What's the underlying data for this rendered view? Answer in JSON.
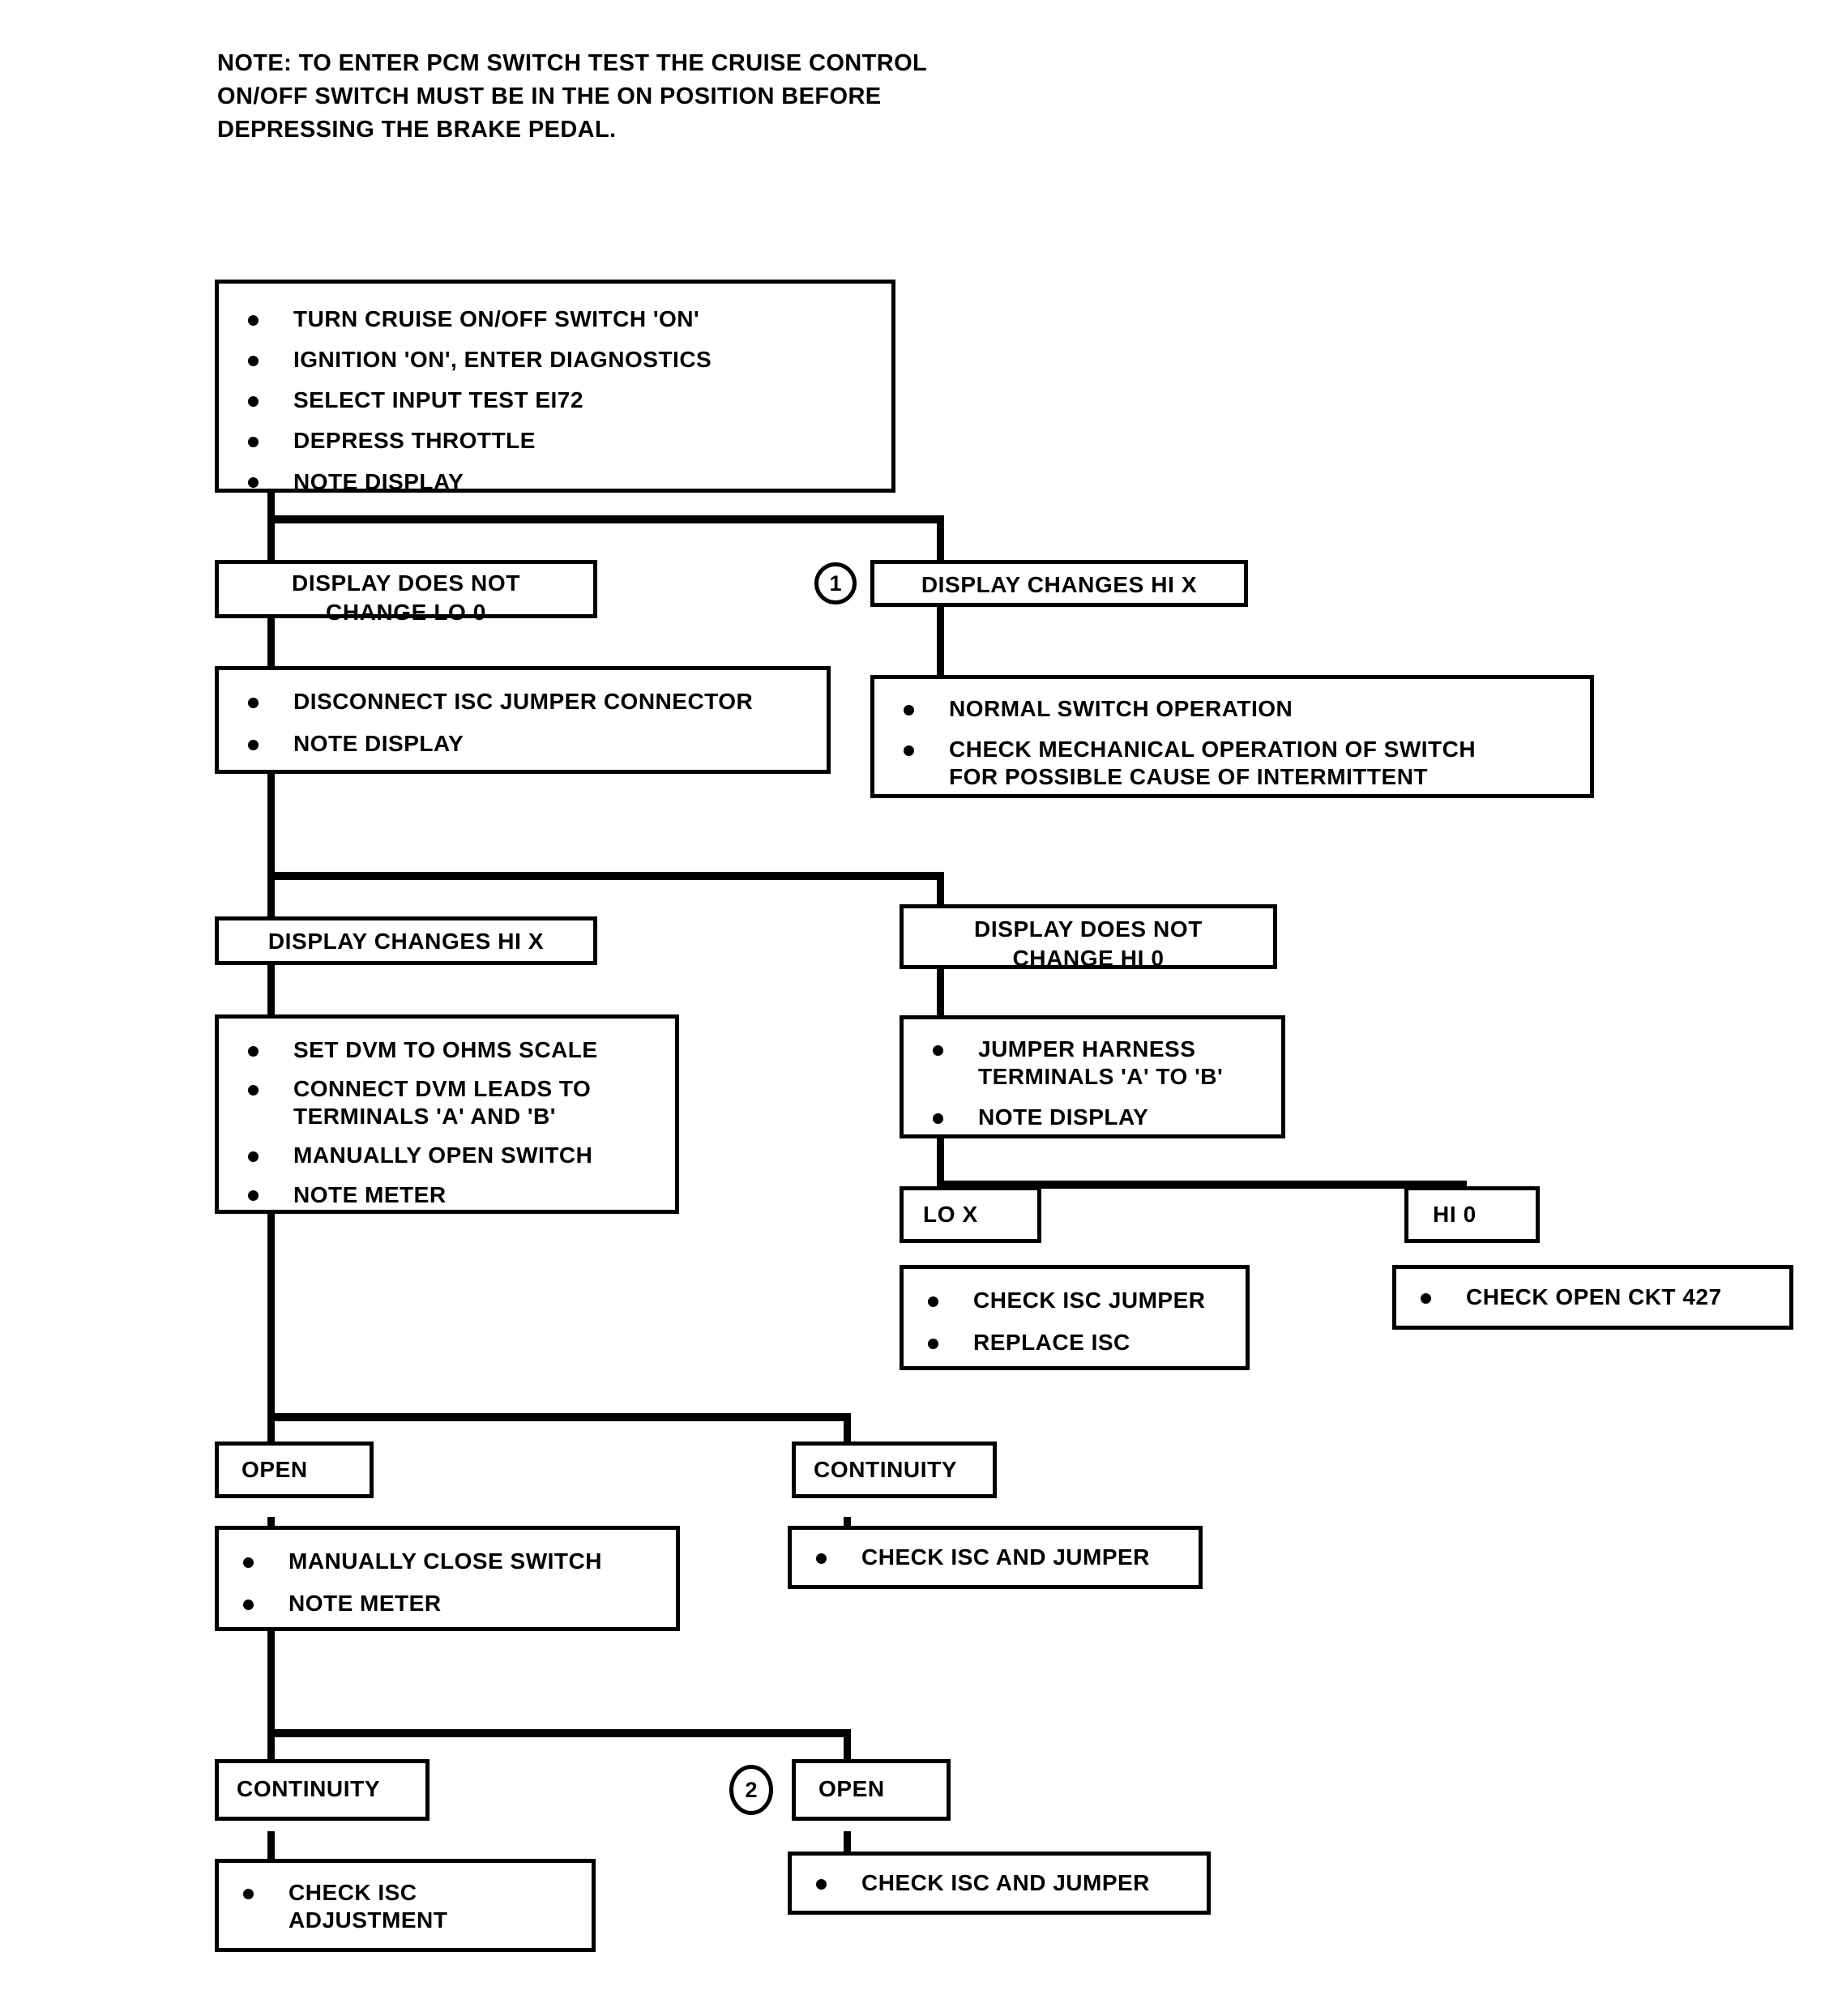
{
  "note": {
    "text": "NOTE:  TO ENTER PCM SWITCH TEST THE CRUISE CONTROL\nON/OFF SWITCH MUST BE IN THE ON POSITION BEFORE\nDEPRESSING THE BRAKE PEDAL."
  },
  "markers": {
    "one": "1",
    "two": "2"
  },
  "nodes": {
    "start": {
      "items": [
        "TURN CRUISE ON/OFF SWITCH 'ON'",
        "IGNITION 'ON', ENTER DIAGNOSTICS",
        "SELECT INPUT TEST EI72",
        "DEPRESS  THROTTLE",
        "NOTE  DISPLAY"
      ]
    },
    "display_no_change_lo0": {
      "label": "DISPLAY DOES NOT\nCHANGE LO 0"
    },
    "display_changes_hix_1": {
      "label": "DISPLAY CHANGES HI X"
    },
    "disconnect_isc": {
      "items": [
        "DISCONNECT ISC JUMPER CONNECTOR",
        "NOTE DISPLAY"
      ]
    },
    "normal_switch": {
      "items": [
        "NORMAL SWITCH OPERATION",
        "CHECK MECHANICAL OPERATION OF SWITCH\nFOR POSSIBLE CAUSE OF INTERMITTENT"
      ]
    },
    "display_changes_hix_2": {
      "label": "DISPLAY CHANGES HI X"
    },
    "display_no_change_hi0": {
      "label": "DISPLAY DOES NOT\nCHANGE HI 0"
    },
    "set_dvm": {
      "items": [
        "SET DVM TO OHMS SCALE",
        "CONNECT DVM LEADS TO\nTERMINALS 'A' AND 'B'",
        "MANUALLY OPEN SWITCH",
        "NOTE  METER"
      ]
    },
    "jumper_harness": {
      "items": [
        "JUMPER  HARNESS\nTERMINALS 'A' TO 'B'",
        "NOTE DISPLAY"
      ]
    },
    "lo_x": {
      "label": "LO X"
    },
    "hi_0": {
      "label": "HI 0"
    },
    "check_isc_jumper": {
      "items": [
        "CHECK ISC JUMPER",
        "REPLACE  ISC"
      ]
    },
    "check_open_ckt": {
      "items": [
        "CHECK OPEN CKT 427"
      ]
    },
    "open_1": {
      "label": "OPEN"
    },
    "continuity_1": {
      "label": "CONTINUITY"
    },
    "manually_close": {
      "items": [
        "MANUALLY CLOSE SWITCH",
        "NOTE  METER"
      ]
    },
    "check_isc_and_jumper_1": {
      "items": [
        "CHECK ISC AND JUMPER"
      ]
    },
    "continuity_2": {
      "label": "CONTINUITY"
    },
    "open_2": {
      "label": "OPEN"
    },
    "check_isc_adjustment": {
      "items": [
        "CHECK ISC\nADJUSTMENT"
      ]
    },
    "check_isc_and_jumper_2": {
      "items": [
        "CHECK ISC AND JUMPER"
      ]
    }
  }
}
